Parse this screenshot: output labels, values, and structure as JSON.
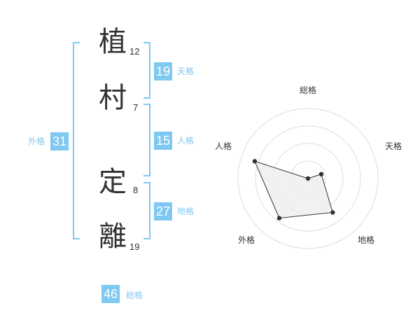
{
  "name": {
    "chars": [
      {
        "char": "植",
        "strokes": "12"
      },
      {
        "char": "村",
        "strokes": "7"
      },
      {
        "char": "定",
        "strokes": "8"
      },
      {
        "char": "離",
        "strokes": "19"
      }
    ]
  },
  "scores": {
    "tenkaku": {
      "value": "19",
      "label": "天格"
    },
    "jinkaku": {
      "value": "15",
      "label": "人格"
    },
    "chikaku": {
      "value": "27",
      "label": "地格"
    },
    "gaikaku": {
      "value": "31",
      "label": "外格"
    },
    "soukaku": {
      "value": "46",
      "label": "総格"
    }
  },
  "chart_data": {
    "type": "radar",
    "axes": [
      "総格",
      "天格",
      "地格",
      "外格",
      "人格"
    ],
    "values": [
      0.0,
      0.2,
      0.6,
      0.7,
      0.8
    ],
    "max": 1.0,
    "rings": 4,
    "colors": {
      "fill": "#eeeeee",
      "stroke": "#333333",
      "grid": "#dddddd",
      "point": "#333333",
      "center": "#bbbbbb"
    }
  },
  "colors": {
    "accent": "#7fc8f2",
    "text": "#333333"
  }
}
